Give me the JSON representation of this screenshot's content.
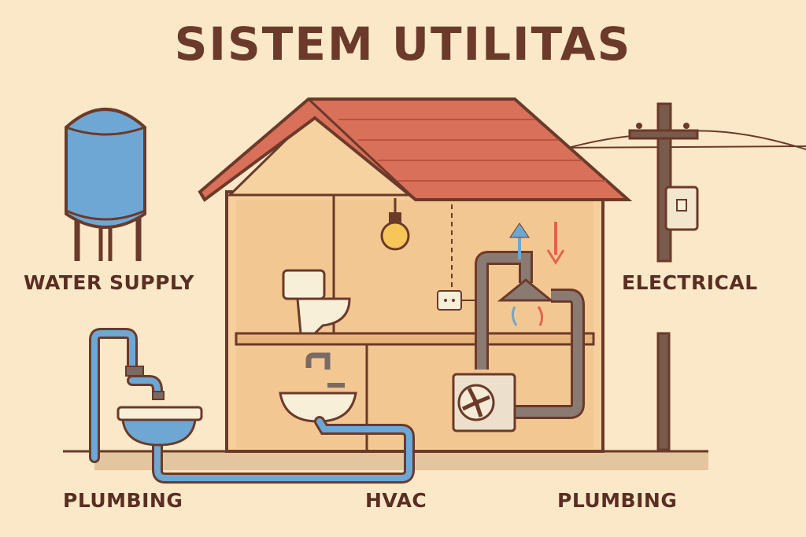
{
  "title": "SISTEM UTILITAS",
  "labels": {
    "water_supply": "WATER SUPPLY",
    "electrical": "ELECTRICAL",
    "plumbing_left": "PLUMBING",
    "hvac": "HVAC",
    "plumbing_right": "PLUMBING"
  },
  "colors": {
    "background": "#fbe8c8",
    "outline": "#6b3a2a",
    "roof": "#d8705a",
    "wall": "#f6cf9c",
    "water": "#6ea7d4",
    "pipe": "#8a7a72"
  }
}
